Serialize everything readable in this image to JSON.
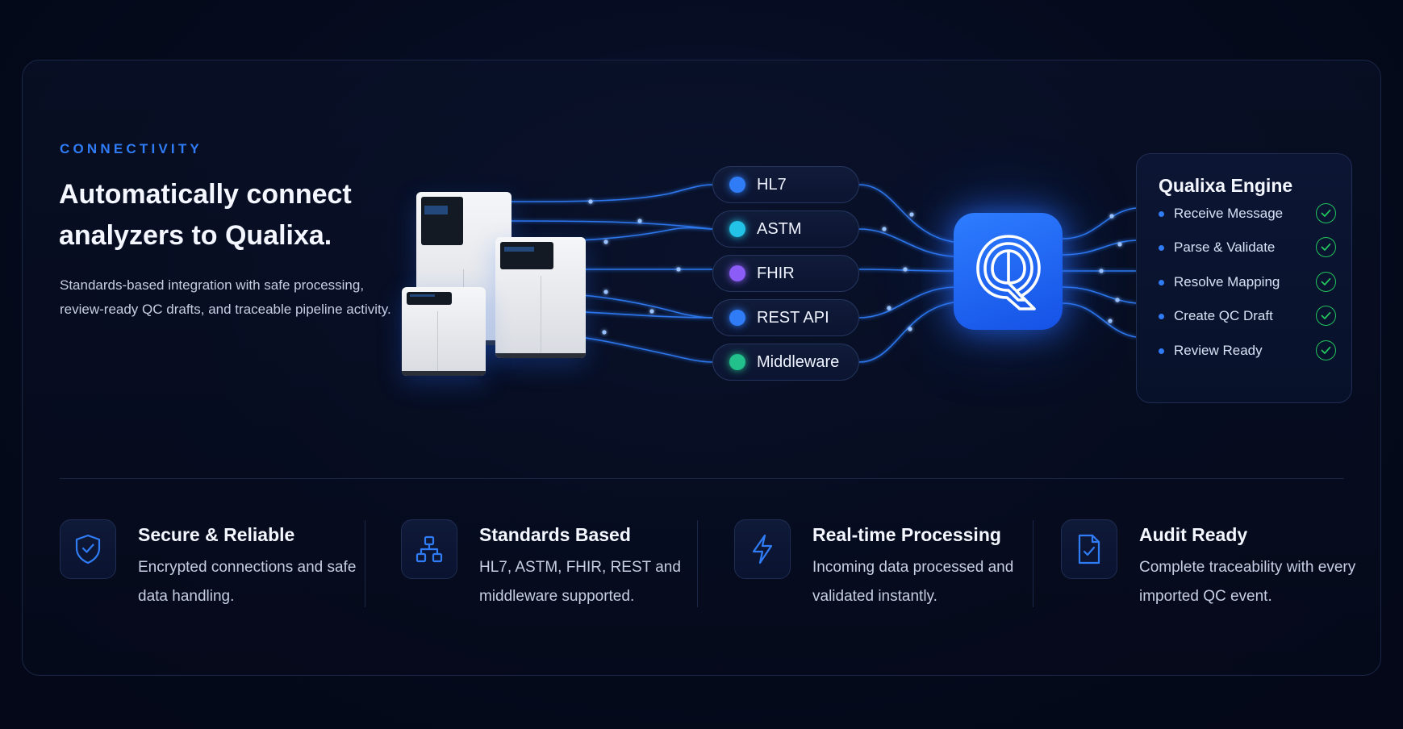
{
  "section": {
    "eyebrow": "CONNECTIVITY",
    "headline": "Automatically connect analyzers to Qualixa.",
    "description": "Standards-based integration with safe processing, review-ready QC drafts, and traceable pipeline activity."
  },
  "protocols": [
    {
      "label": "HL7",
      "color": "#2f7cf6"
    },
    {
      "label": "ASTM",
      "color": "#22c3e6"
    },
    {
      "label": "FHIR",
      "color": "#8b5cf6"
    },
    {
      "label": "REST API",
      "color": "#2f7cf6"
    },
    {
      "label": "Middleware",
      "color": "#22c08a"
    }
  ],
  "engine": {
    "logo_icon": "qualixa-q-icon",
    "title": "Qualixa Engine",
    "steps": [
      {
        "label": "Receive Message",
        "status": "done"
      },
      {
        "label": "Parse & Validate",
        "status": "done"
      },
      {
        "label": "Resolve Mapping",
        "status": "done"
      },
      {
        "label": "Create QC Draft",
        "status": "done"
      },
      {
        "label": "Review Ready",
        "status": "done"
      }
    ]
  },
  "features": [
    {
      "icon": "shield-check-icon",
      "title": "Secure & Reliable",
      "description": "Encrypted connections and safe data handling."
    },
    {
      "icon": "network-icon",
      "title": "Standards Based",
      "description": "HL7, ASTM, FHIR, REST and middleware supported."
    },
    {
      "icon": "lightning-icon",
      "title": "Real-time Processing",
      "description": "Incoming data processed and validated instantly."
    },
    {
      "icon": "document-check-icon",
      "title": "Audit Ready",
      "description": "Complete traceability with every imported QC event."
    }
  ],
  "colors": {
    "accent": "#2f7cf6",
    "success": "#22c55e",
    "background": "#050a1c"
  }
}
